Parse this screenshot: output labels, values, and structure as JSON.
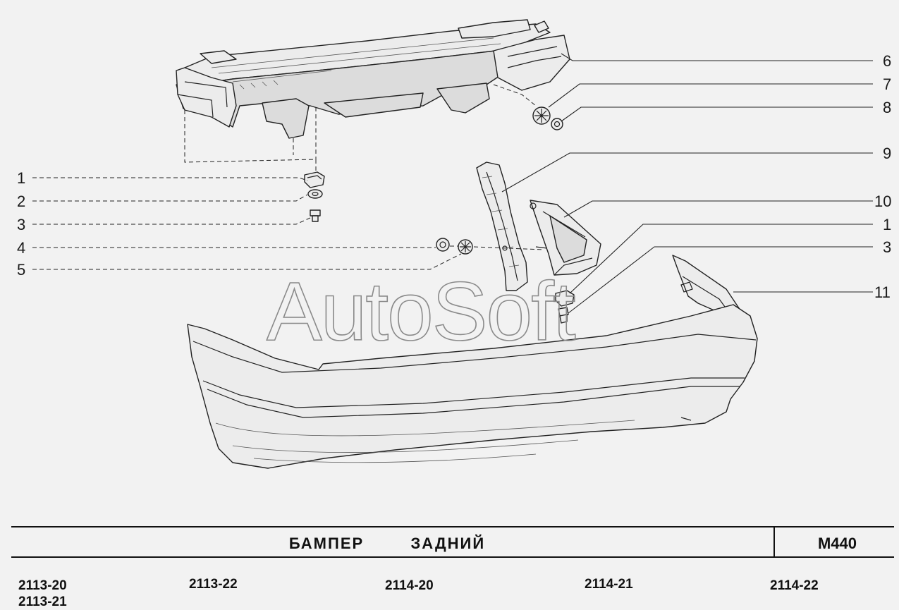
{
  "diagram": {
    "title": "БАМПЕР   ЗАДНИЙ",
    "code": "М440",
    "watermark": "AutoSoft",
    "models": [
      "2113-20",
      "2113-21",
      "2113-22",
      "2114-20",
      "2114-21",
      "2114-22"
    ],
    "callouts_left": [
      "1",
      "2",
      "3",
      "4",
      "5"
    ],
    "callouts_right": [
      "6",
      "7",
      "8",
      "9",
      "10",
      "1",
      "3",
      "11"
    ]
  }
}
